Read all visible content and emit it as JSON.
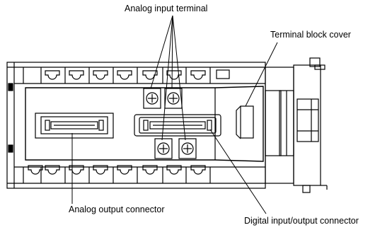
{
  "labels": {
    "analog_input_terminal": "Analog input terminal",
    "terminal_block_cover": "Terminal block cover",
    "analog_output_connector": "Analog output connector",
    "digital_io_connector": "Digital input/output connector"
  },
  "colors": {
    "line": "#000000",
    "background": "#ffffff"
  }
}
